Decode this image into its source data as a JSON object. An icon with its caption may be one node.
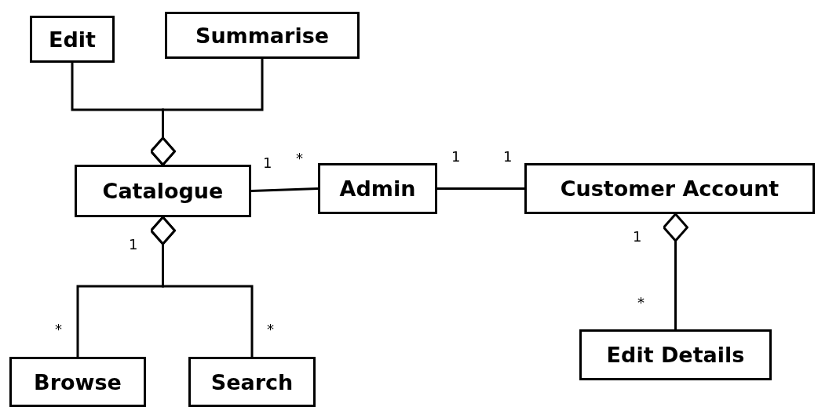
{
  "diagram": {
    "nodes": [
      {
        "text": [
          "Edit"
        ]
      },
      {
        "text": [
          "Summarise"
        ]
      },
      {
        "text": [
          "Catalogue"
        ]
      },
      {
        "text": [
          "Admin"
        ]
      },
      {
        "text": [
          "Customer Account"
        ]
      },
      {
        "text": [
          "Browse"
        ]
      },
      {
        "text": [
          "Search"
        ]
      },
      {
        "text": [
          "Edit Details"
        ]
      }
    ],
    "edges": [
      {
        "from": 0,
        "to": 2,
        "arrow": "other"
      },
      {
        "from": 1,
        "to": 2,
        "arrow": "other"
      },
      {
        "from": 2,
        "to": 3,
        "arrow": "none"
      },
      {
        "from": 3,
        "to": 4,
        "arrow": "none"
      },
      {
        "from": 5,
        "to": 2,
        "arrow": "other"
      },
      {
        "from": 6,
        "to": 2,
        "arrow": "other"
      },
      {
        "from": 7,
        "to": 4,
        "arrow": "other"
      }
    ],
    "labels": [
      "1",
      "*",
      "1",
      "1",
      "1",
      "1",
      "*",
      "*",
      "*"
    ]
  }
}
